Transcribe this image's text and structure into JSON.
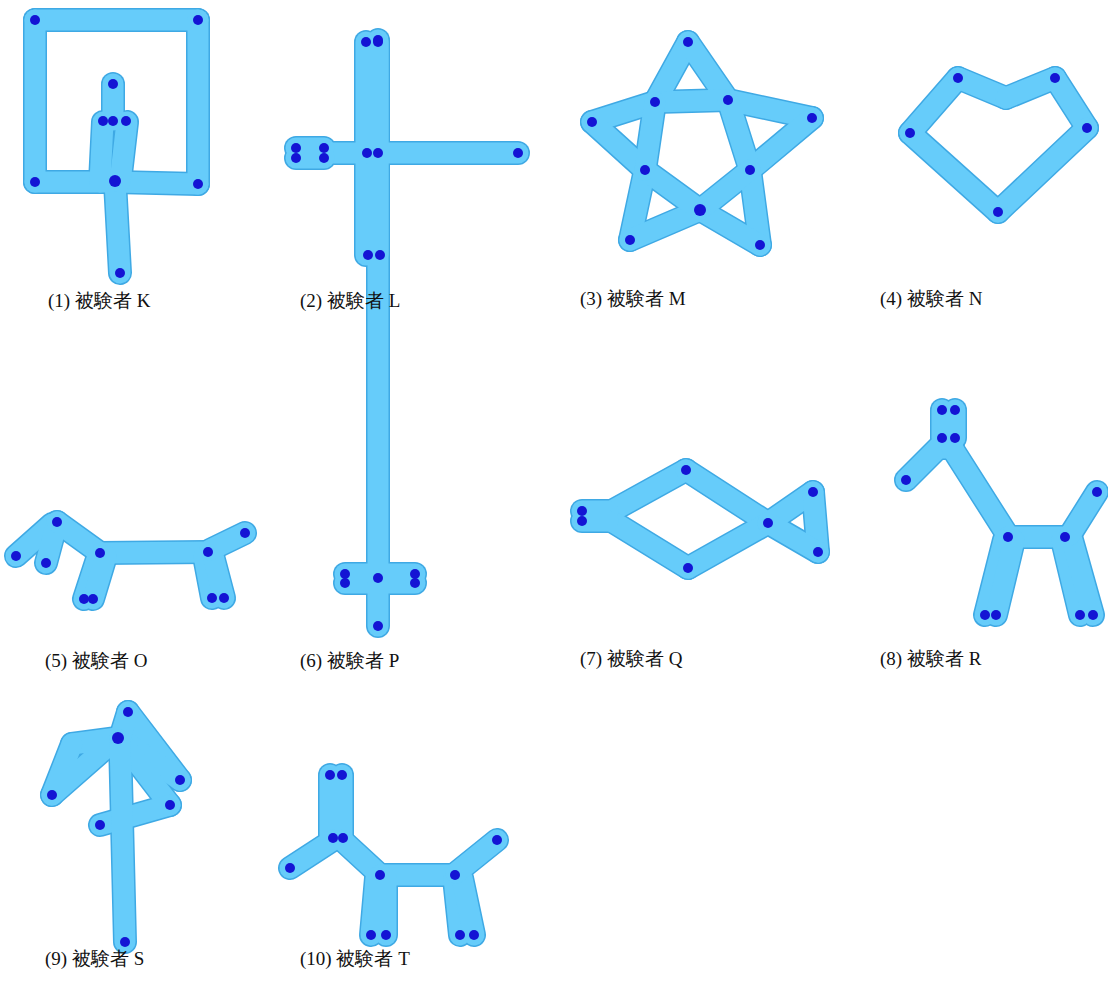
{
  "diagram": {
    "labels": [
      "(1) 被験者 K",
      "(2) 被験者 L",
      "(3) 被験者 M",
      "(4) 被験者 N",
      "(5) 被験者 O",
      "(6) 被験者 P",
      "(7) 被験者 Q",
      "(8) 被験者 R",
      "(9) 被験者 S",
      "(10) 被験者 T"
    ]
  }
}
